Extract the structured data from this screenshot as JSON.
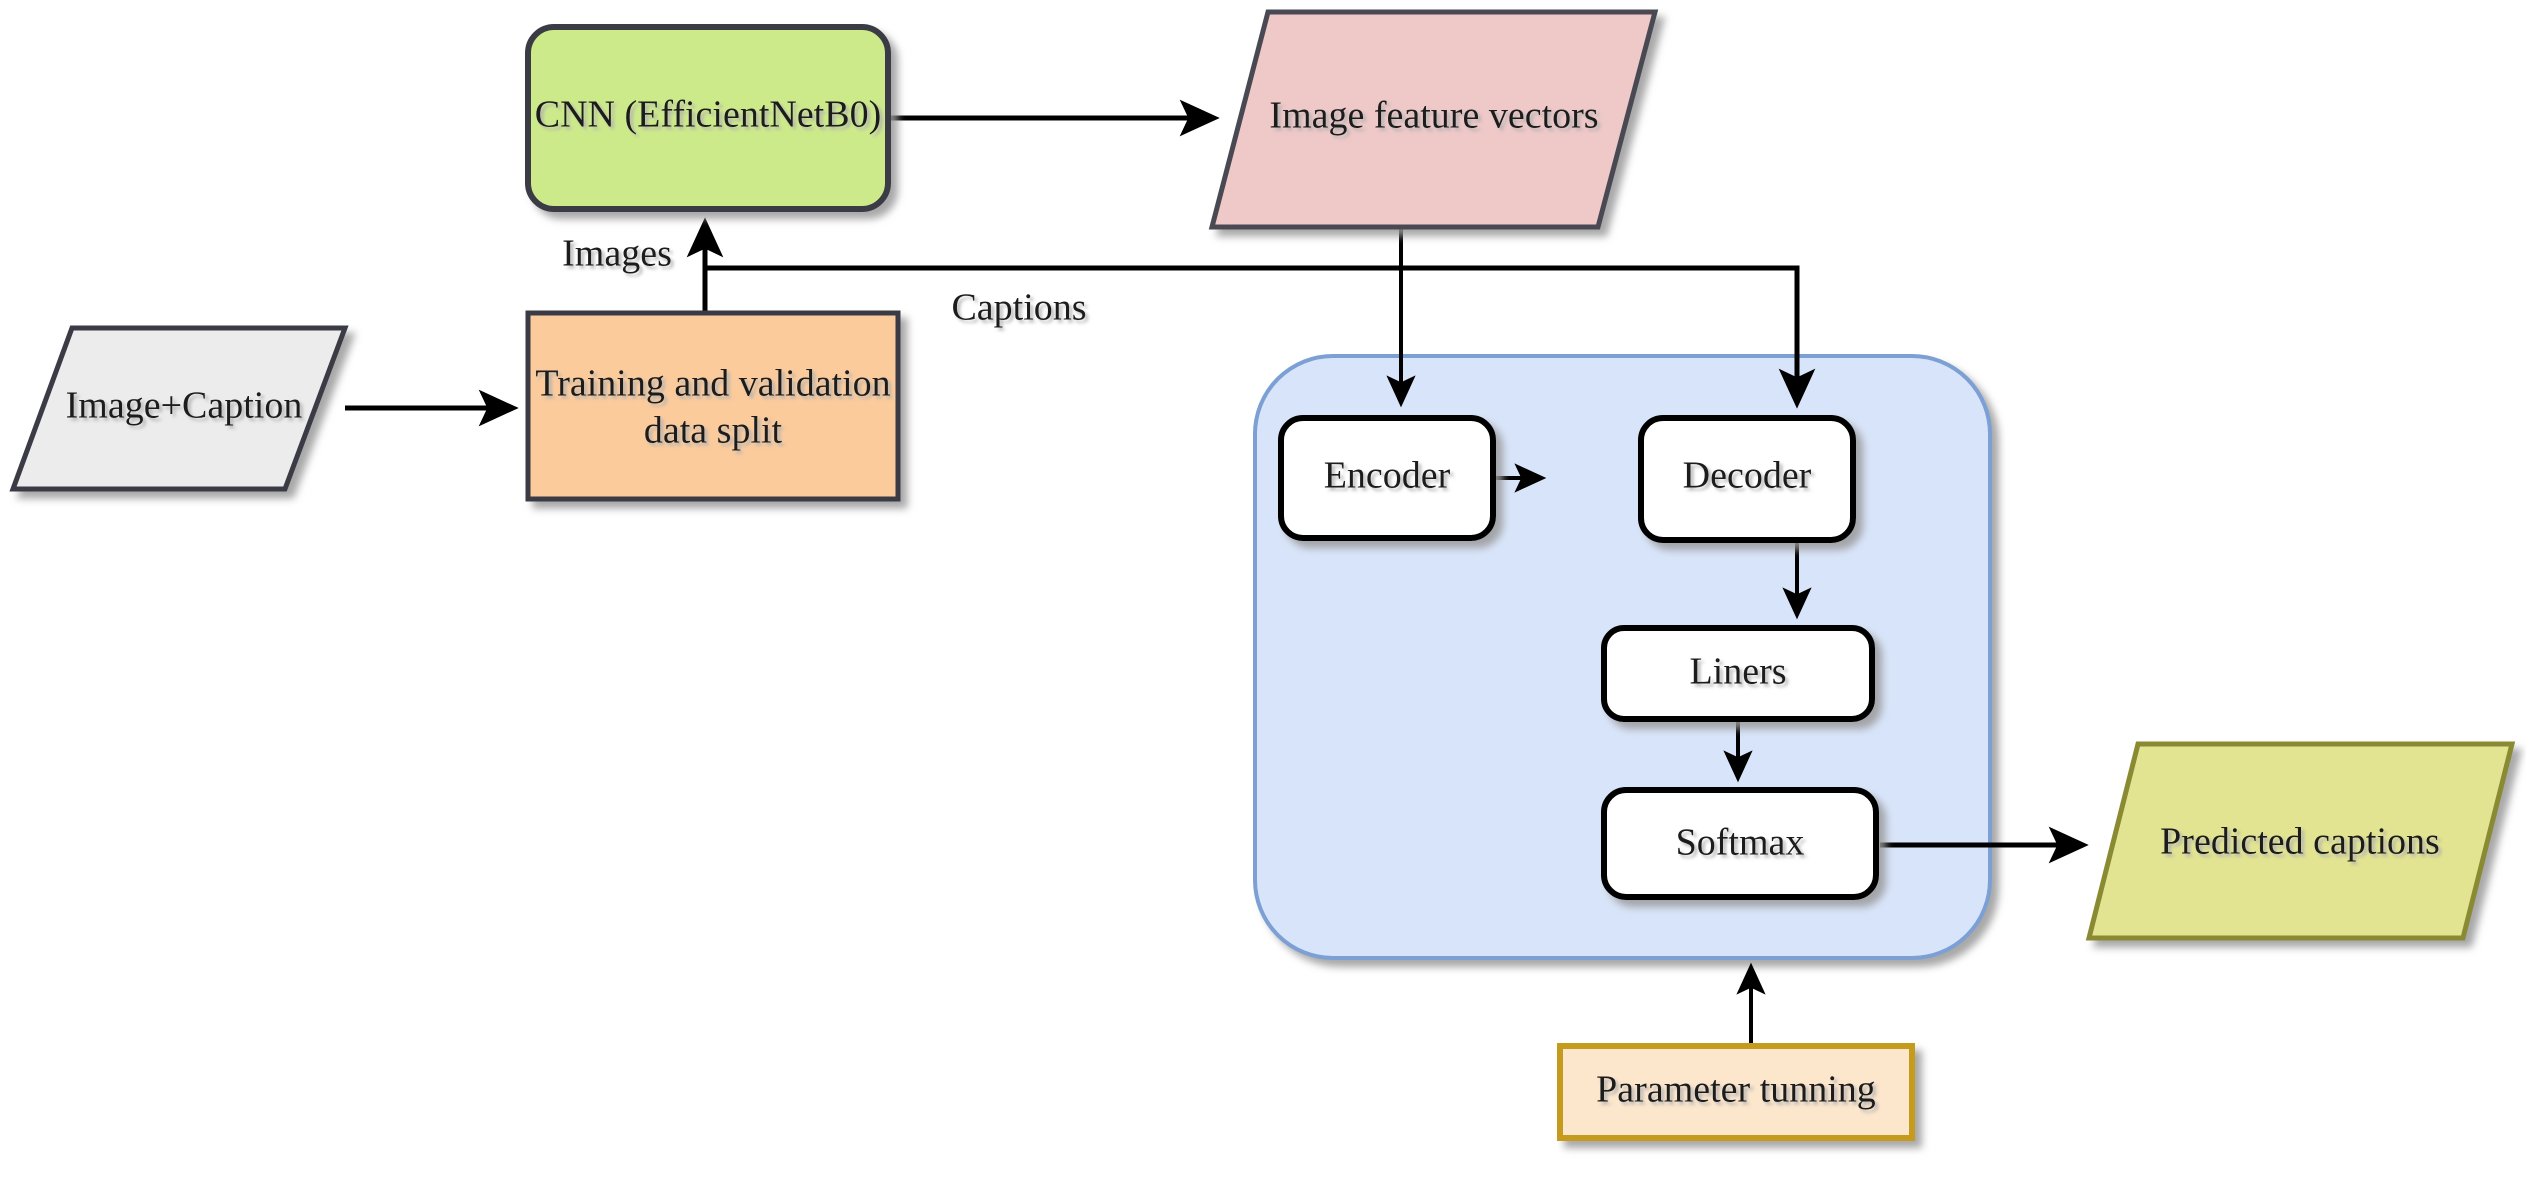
{
  "diagram": {
    "title": "Image captioning model pipeline flowchart",
    "background": "#ffffff",
    "nodes": [
      {
        "id": "image-caption",
        "label": "Image+Caption",
        "shape": "parallelogram",
        "fill": "#ECECEC",
        "stroke": "#3A3A44"
      },
      {
        "id": "data-split",
        "label_line1": "Training and validation",
        "label_line2": "data split",
        "shape": "rectangle",
        "fill": "#FBCB9C",
        "stroke": "#3A3A44"
      },
      {
        "id": "cnn",
        "label": "CNN (EfficientNetB0)",
        "shape": "rounded-rectangle",
        "fill": "#CDEA8A",
        "stroke": "#3A3A44"
      },
      {
        "id": "image-features",
        "label": "Image feature vectors",
        "shape": "parallelogram",
        "fill": "#EFC8C8",
        "stroke": "#4A4A52"
      },
      {
        "id": "model-container",
        "label": "",
        "shape": "rounded-rectangle",
        "fill": "#D8E4F9",
        "stroke": "#7BA0D4"
      },
      {
        "id": "encoder",
        "label": "Encoder",
        "shape": "rounded-rectangle",
        "fill": "#FFFFFF",
        "stroke": "#000000"
      },
      {
        "id": "decoder",
        "label": "Decoder",
        "shape": "rounded-rectangle",
        "fill": "#FFFFFF",
        "stroke": "#000000"
      },
      {
        "id": "liners",
        "label": "Liners",
        "shape": "rounded-rectangle",
        "fill": "#FFFFFF",
        "stroke": "#000000"
      },
      {
        "id": "softmax",
        "label": "Softmax",
        "shape": "rounded-rectangle",
        "fill": "#FFFFFF",
        "stroke": "#000000"
      },
      {
        "id": "predicted-captions",
        "label": "Predicted captions",
        "shape": "parallelogram",
        "fill": "#E2E491",
        "stroke": "#8A8A30"
      },
      {
        "id": "parameter-tunning",
        "label": "Parameter tunning",
        "shape": "rectangle",
        "fill": "#FCE6CC",
        "stroke": "#C49B1A"
      }
    ],
    "edges": [
      {
        "id": "e1",
        "from": "image-caption",
        "to": "data-split",
        "label": ""
      },
      {
        "id": "e2",
        "from": "data-split",
        "to": "cnn",
        "label": "Images"
      },
      {
        "id": "e3",
        "from": "cnn",
        "to": "image-features",
        "label": ""
      },
      {
        "id": "e4",
        "from": "image-features",
        "to": "encoder",
        "label": ""
      },
      {
        "id": "e5",
        "from": "data-split",
        "to": "decoder",
        "label": "Captions"
      },
      {
        "id": "e6",
        "from": "encoder",
        "to": "decoder",
        "label": ""
      },
      {
        "id": "e7",
        "from": "decoder",
        "to": "liners",
        "label": ""
      },
      {
        "id": "e8",
        "from": "liners",
        "to": "softmax",
        "label": ""
      },
      {
        "id": "e9",
        "from": "softmax",
        "to": "predicted-captions",
        "label": ""
      },
      {
        "id": "e10",
        "from": "parameter-tunning",
        "to": "model-container",
        "label": ""
      }
    ]
  },
  "labels": {
    "image_caption": "Image+Caption",
    "data_split_line1": "Training and validation",
    "data_split_line2": "data split",
    "cnn": "CNN (EfficientNetB0)",
    "image_features": "Image feature vectors",
    "encoder": "Encoder",
    "decoder": "Decoder",
    "liners": "Liners",
    "softmax": "Softmax",
    "predicted_captions": "Predicted captions",
    "parameter_tunning": "Parameter tunning",
    "edge_images": "Images",
    "edge_captions": "Captions"
  },
  "colors": {
    "green": "#CDEA8A",
    "pink": "#EFC8C8",
    "orange": "#FBCB9C",
    "blue": "#D8E4F9",
    "blue_border": "#7BA0D4",
    "yellow": "#E2E491",
    "yellow_border": "#8A8A30",
    "grey": "#ECECEC",
    "grey_border": "#3A3A44",
    "peach": "#FCE6CC",
    "gold_border": "#C49B1A",
    "white": "#FFFFFF",
    "line": "#000000",
    "text": "#1A1A1A"
  }
}
